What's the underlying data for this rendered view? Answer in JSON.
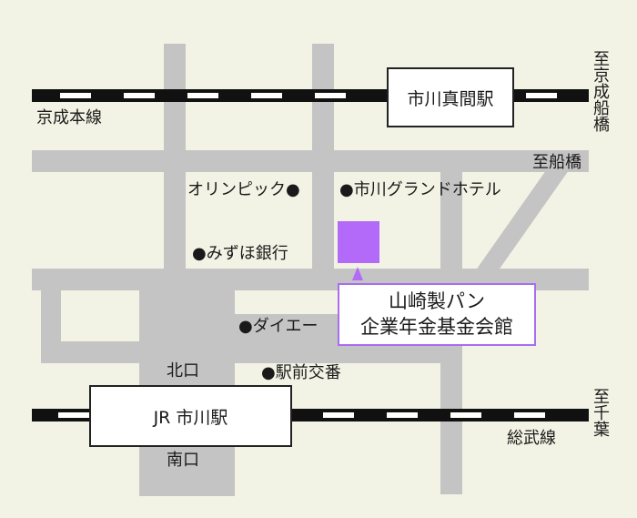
{
  "colors": {
    "background": "#f3f3e5",
    "road": "#c4c4c4",
    "rail": "#111111",
    "rail_dash": "#ffffff",
    "destination": "#b36af8",
    "destination_border": "#a86df0"
  },
  "stations": {
    "keisei": "市川真間駅",
    "jr": "JR 市川駅"
  },
  "lines": {
    "keisei": "京成本線",
    "jr": "総武線",
    "keisei_dest": "至京成船橋",
    "jr_dest": "至千葉",
    "road_dest": "至船橋"
  },
  "landmarks": {
    "olympic": "オリンピック●",
    "grand_hotel": "●市川グランドホテル",
    "mizuho": "●みずほ銀行",
    "daiei": "●ダイエー",
    "koban": "●駅前交番"
  },
  "exits": {
    "north": "北口",
    "south": "南口"
  },
  "destination": {
    "line1": "山崎製パン",
    "line2": "企業年金基金会館"
  }
}
